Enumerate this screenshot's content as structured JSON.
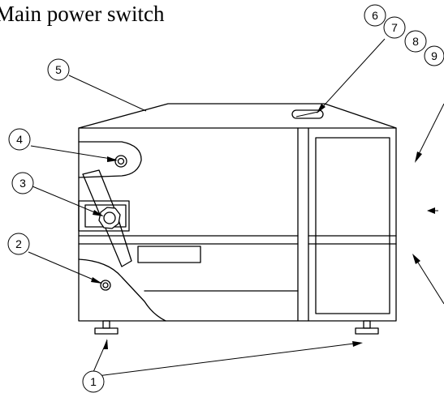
{
  "caption": "Main power switch",
  "callouts": {
    "c1": "1",
    "c2": "2",
    "c3": "3",
    "c4": "4",
    "c5": "5",
    "c6": "6",
    "c7": "7",
    "c8": "8",
    "c9": "9"
  },
  "colors": {
    "line": "#000000",
    "background": "#ffffff"
  }
}
